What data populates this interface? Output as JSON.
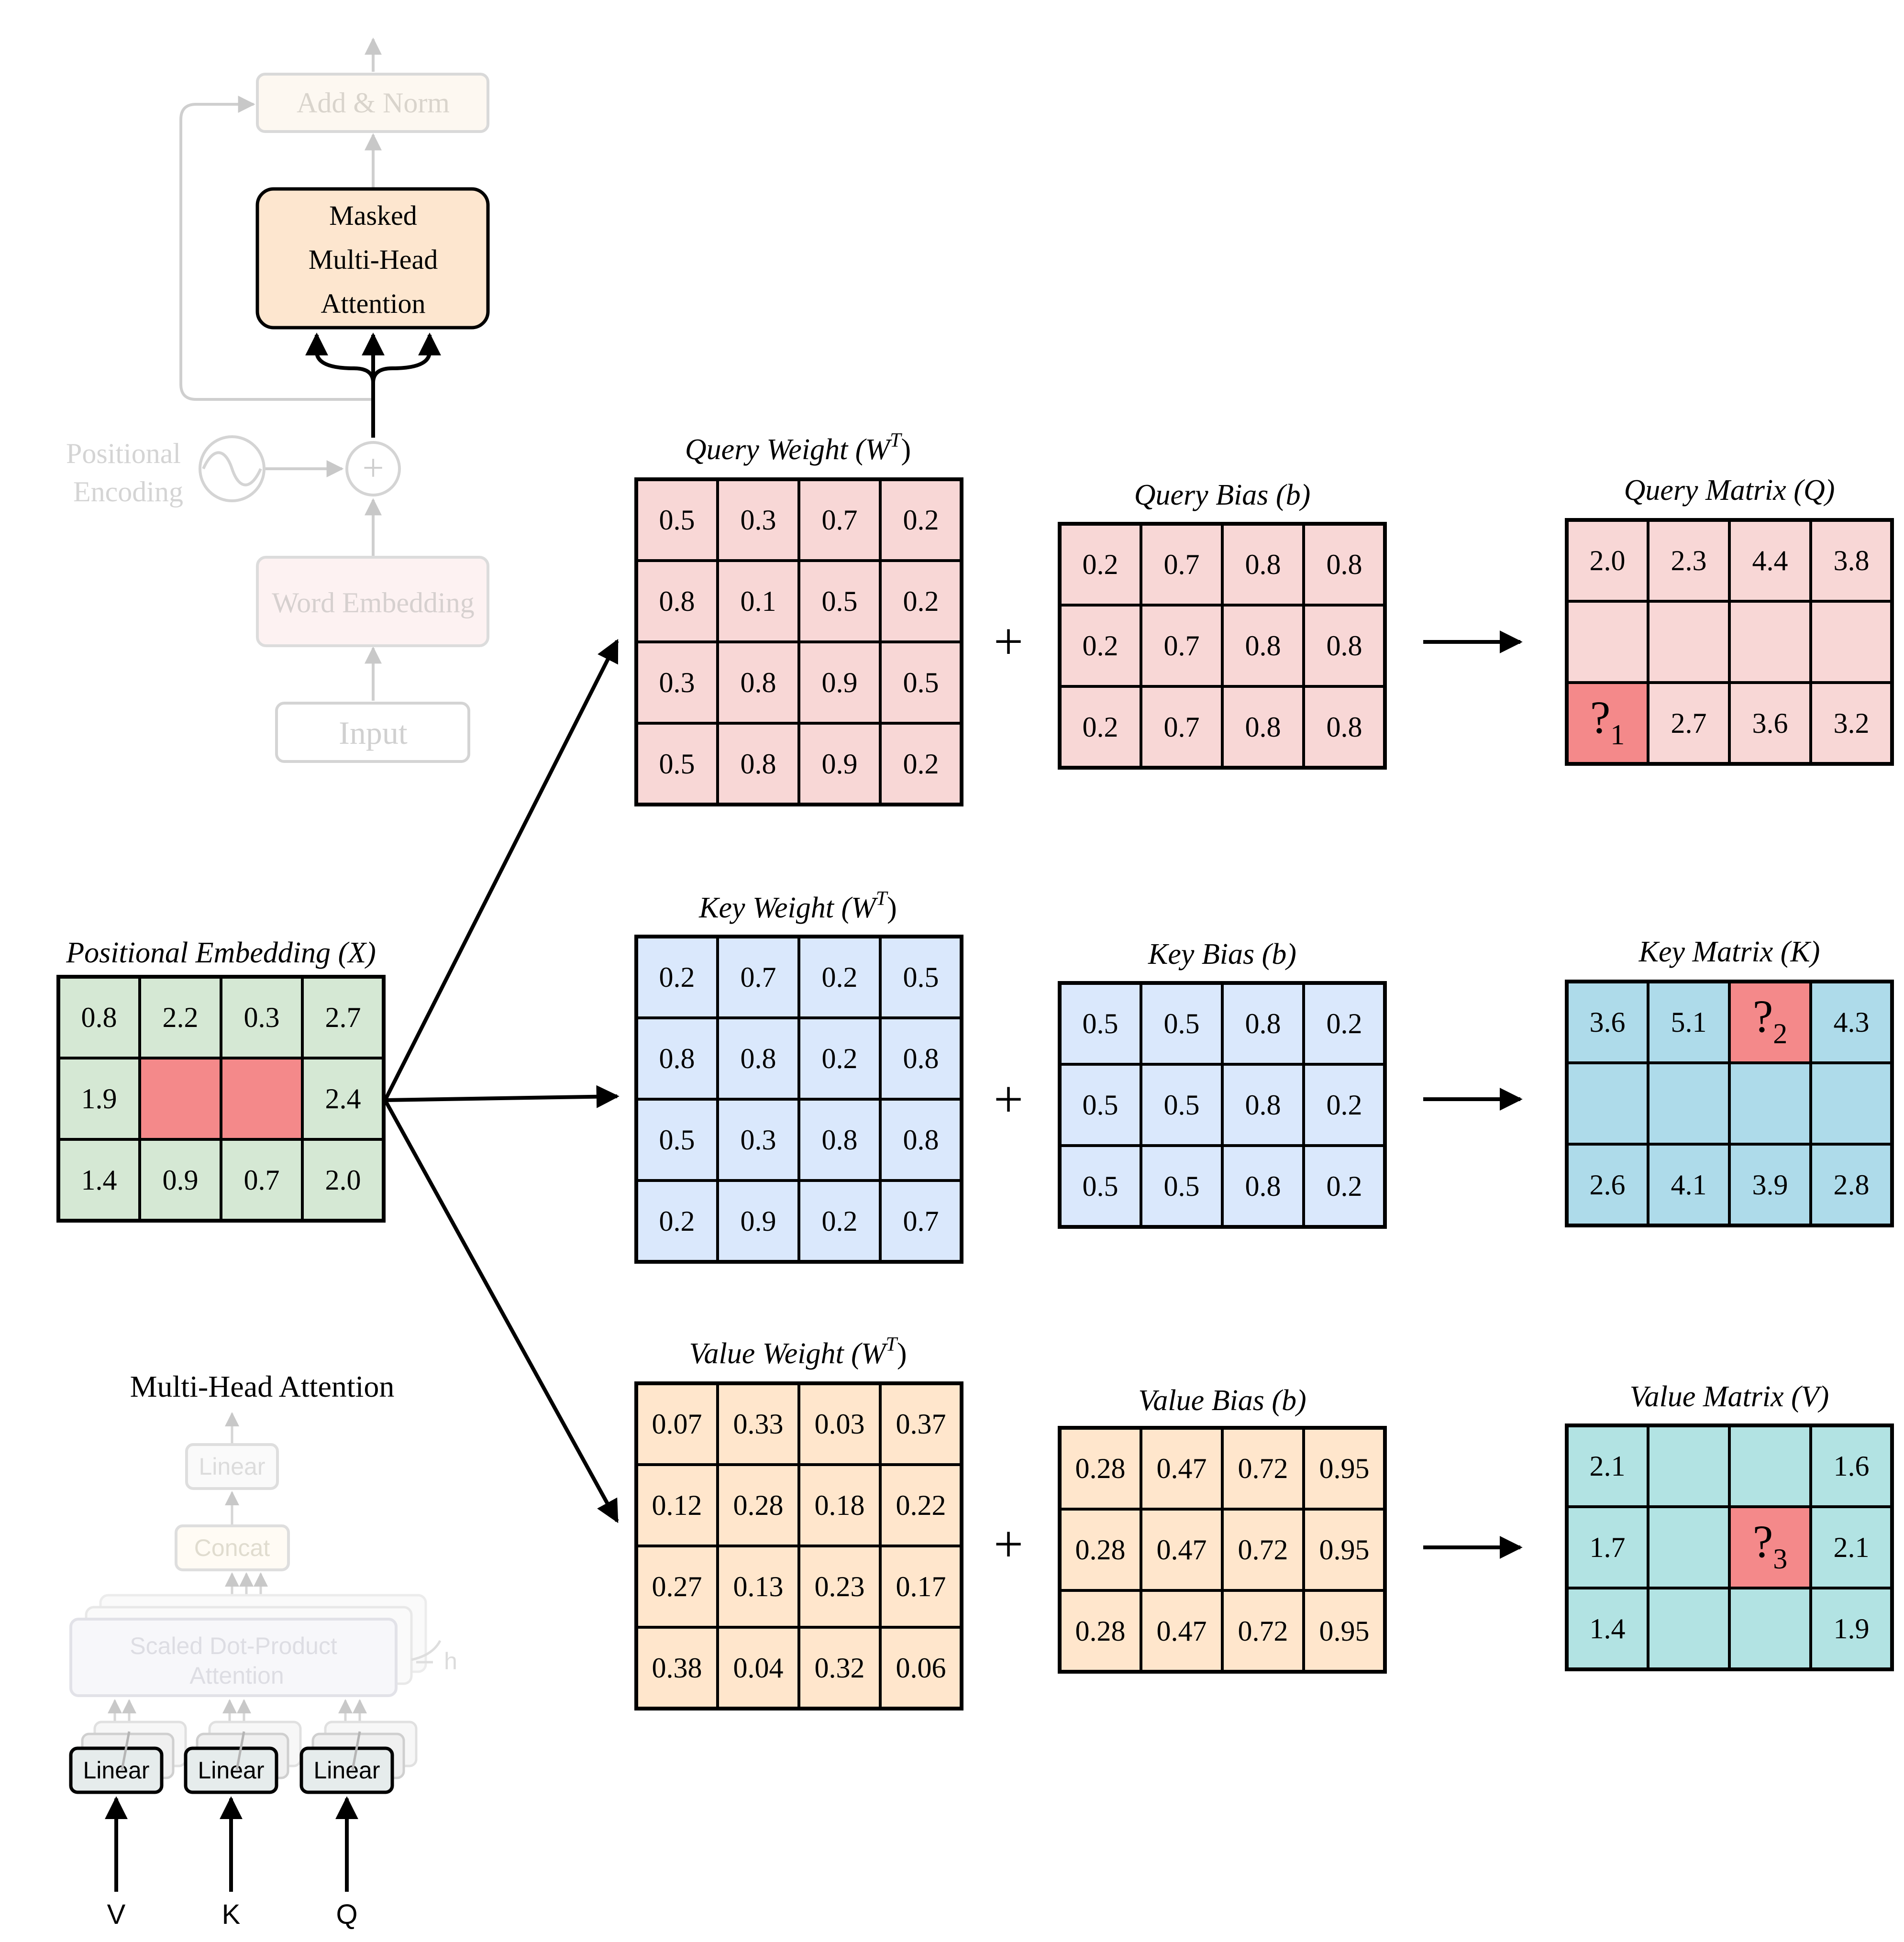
{
  "decoder": {
    "add_norm": "Add & Norm",
    "masked_mha": [
      "Masked",
      "Multi-Head",
      "Attention"
    ],
    "positional_encoding": [
      "Positional",
      "Encoding"
    ],
    "word_embedding": "Word Embedding",
    "input": "Input",
    "plus_symbol": "+"
  },
  "mha": {
    "title": "Multi-Head Attention",
    "linear_top": "Linear",
    "concat": "Concat",
    "sdpa": [
      "Scaled Dot-Product",
      "Attention"
    ],
    "h": "h",
    "linears": [
      "Linear",
      "Linear",
      "Linear"
    ],
    "inputs": [
      "V",
      "K",
      "Q"
    ]
  },
  "pos_embedding": {
    "title": "Positional Embedding",
    "symbol": "(X)",
    "rows": [
      [
        "0.8",
        "2.2",
        "0.3",
        "2.7"
      ],
      [
        "1.9",
        "",
        "",
        "2.4"
      ],
      [
        "1.4",
        "0.9",
        "0.7",
        "2.0"
      ]
    ]
  },
  "operators": {
    "plus": "+"
  },
  "query": {
    "weight_title": "Query Weight",
    "weight_symbol": "(W",
    "weight_sup": "T",
    "weight_close": ")",
    "weight": [
      [
        "0.5",
        "0.3",
        "0.7",
        "0.2"
      ],
      [
        "0.8",
        "0.1",
        "0.5",
        "0.2"
      ],
      [
        "0.3",
        "0.8",
        "0.9",
        "0.5"
      ],
      [
        "0.5",
        "0.8",
        "0.9",
        "0.2"
      ]
    ],
    "bias_title": "Query Bias",
    "bias_symbol": "(b)",
    "bias": [
      [
        "0.2",
        "0.7",
        "0.8",
        "0.8"
      ],
      [
        "0.2",
        "0.7",
        "0.8",
        "0.8"
      ],
      [
        "0.2",
        "0.7",
        "0.8",
        "0.8"
      ]
    ],
    "matrix_title": "Query Matrix",
    "matrix_symbol": "(Q)",
    "matrix": [
      [
        "2.0",
        "2.3",
        "4.4",
        "3.8"
      ],
      [
        "",
        "",
        "",
        ""
      ],
      [
        "?1",
        "2.7",
        "3.6",
        "3.2"
      ]
    ]
  },
  "key": {
    "weight_title": "Key Weight",
    "weight_symbol": "(W",
    "weight_sup": "T",
    "weight_close": ")",
    "weight": [
      [
        "0.2",
        "0.7",
        "0.2",
        "0.5"
      ],
      [
        "0.8",
        "0.8",
        "0.2",
        "0.8"
      ],
      [
        "0.5",
        "0.3",
        "0.8",
        "0.8"
      ],
      [
        "0.2",
        "0.9",
        "0.2",
        "0.7"
      ]
    ],
    "bias_title": "Key Bias",
    "bias_symbol": "(b)",
    "bias": [
      [
        "0.5",
        "0.5",
        "0.8",
        "0.2"
      ],
      [
        "0.5",
        "0.5",
        "0.8",
        "0.2"
      ],
      [
        "0.5",
        "0.5",
        "0.8",
        "0.2"
      ]
    ],
    "matrix_title": "Key Matrix",
    "matrix_symbol": "(K)",
    "matrix": [
      [
        "3.6",
        "5.1",
        "?2",
        "4.3"
      ],
      [
        "",
        "",
        "",
        ""
      ],
      [
        "2.6",
        "4.1",
        "3.9",
        "2.8"
      ]
    ]
  },
  "value": {
    "weight_title": "Value Weight",
    "weight_symbol": "(W",
    "weight_sup": "T",
    "weight_close": ")",
    "weight": [
      [
        "0.07",
        "0.33",
        "0.03",
        "0.37"
      ],
      [
        "0.12",
        "0.28",
        "0.18",
        "0.22"
      ],
      [
        "0.27",
        "0.13",
        "0.23",
        "0.17"
      ],
      [
        "0.38",
        "0.04",
        "0.32",
        "0.06"
      ]
    ],
    "bias_title": "Value Bias",
    "bias_symbol": "(b)",
    "bias": [
      [
        "0.28",
        "0.47",
        "0.72",
        "0.95"
      ],
      [
        "0.28",
        "0.47",
        "0.72",
        "0.95"
      ],
      [
        "0.28",
        "0.47",
        "0.72",
        "0.95"
      ]
    ],
    "matrix_title": "Value Matrix",
    "matrix_symbol": "(V)",
    "matrix": [
      [
        "2.1",
        "",
        "",
        "1.6"
      ],
      [
        "1.7",
        "",
        "?3",
        "2.1"
      ],
      [
        "1.4",
        "",
        "",
        "1.9"
      ]
    ]
  },
  "colors": {
    "green": "#d5e8d4",
    "red_light": "#f8d7d6",
    "red_highlight": "#f4898a",
    "blue_light": "#dae8fc",
    "blue_dark": "#aedbea",
    "cyan": "#b2e3e3",
    "orange": "#ffe6cc",
    "masked_fill": "#fde6cf"
  }
}
